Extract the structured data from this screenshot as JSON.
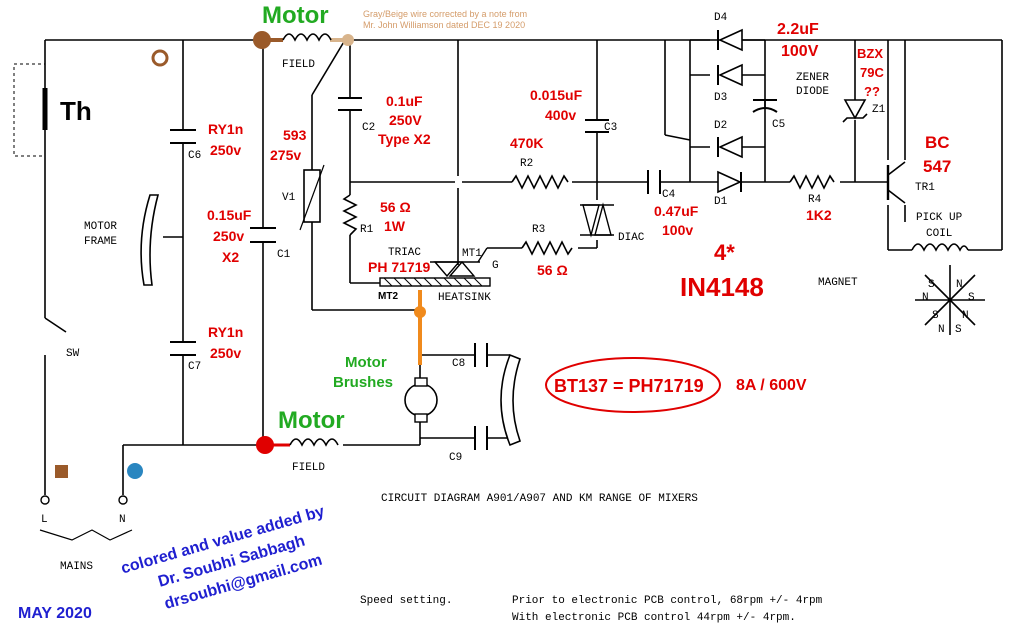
{
  "labels": {
    "motor_top": "Motor",
    "motor_bottom": "Motor",
    "note": "Gray/Beige wire corrected by a note from",
    "note2": "Mr. John Williamson dated DEC 19 2020",
    "th": "Th",
    "field_top": "FIELD",
    "field_bottom": "FIELD",
    "c6_name": "C6",
    "c6_val1": "RY1n",
    "c6_val2": "250v",
    "c7_name": "C7",
    "c7_val1": "RY1n",
    "c7_val2": "250v",
    "c1_name": "C1",
    "c1_val1": "0.15uF",
    "c1_val2": "250v",
    "c1_val3": "X2",
    "v1_name": "V1",
    "v1_val1": "593",
    "v1_val2": "275v",
    "c2_name": "C2",
    "c2_val1": "0.1uF",
    "c2_val2": "250V",
    "c2_val3": "Type X2",
    "r1_name": "R1",
    "r1_val1": "56 Ω",
    "r1_val2": "1W",
    "triac": "TRIAC",
    "triac_val": "PH 71719",
    "mt2": "MT2",
    "mt1": "MT1",
    "gate": "G",
    "heatsink": "HEATSINK",
    "motor_frame1": "MOTOR",
    "motor_frame2": "FRAME",
    "sw": "SW",
    "mains": "MAINS",
    "l": "L",
    "n": "N",
    "c3_name": "C3",
    "c3_val1": "0.015uF",
    "c3_val2": "400v",
    "r2_name": "R2",
    "r2_val": "470K",
    "r3_name": "R3",
    "r3_val": "56 Ω",
    "diac": "DIAC",
    "c4_name": "C4",
    "c4_val1": "0.47uF",
    "c4_val2": "100v",
    "d1": "D1",
    "d2": "D2",
    "d3": "D3",
    "d4": "D4",
    "diodes_count": "4*",
    "diodes_val": "IN4148",
    "c5_name": "C5",
    "c5_val1": "2.2uF",
    "c5_val2": "100V",
    "zener1": "ZENER",
    "zener2": "DIODE",
    "z1_name": "Z1",
    "z1_val1": "BZX",
    "z1_val2": "79C",
    "z1_val3": "??",
    "r4_name": "R4",
    "r4_val": "1K2",
    "tr1_name": "TR1",
    "tr1_val1": "BC",
    "tr1_val2": "547",
    "pickup1": "PICK UP",
    "pickup2": "COIL",
    "magnet": "MAGNET",
    "c8": "C8",
    "c9": "C9",
    "brushes1": "Motor",
    "brushes2": "Brushes",
    "bt137": "BT137 = PH71719",
    "rating": "8A / 600V",
    "title": "CIRCUIT DIAGRAM A901/A907 AND KM RANGE OF MIXERS",
    "credit1": "colored and value added by",
    "credit2": "Dr. Soubhi Sabbagh",
    "credit3": "drsoubhi@gmail.com",
    "date": "MAY 2020",
    "speed_label": "Speed setting.",
    "speed1": "Prior to electronic PCB control, 68rpm +/- 4rpm",
    "speed2": "With electronic PCB control  44rpm +/- 4rpm.",
    "compass_s": "S",
    "compass_n": "N"
  },
  "colors": {
    "red": "#e00000",
    "green": "#22aa22",
    "blue": "#1f1fd0",
    "brown": "#9a5a2a",
    "beige": "#d8b48c",
    "orange": "#f08a1c",
    "teal": "#2a86c0",
    "note": "#d49c6a"
  }
}
